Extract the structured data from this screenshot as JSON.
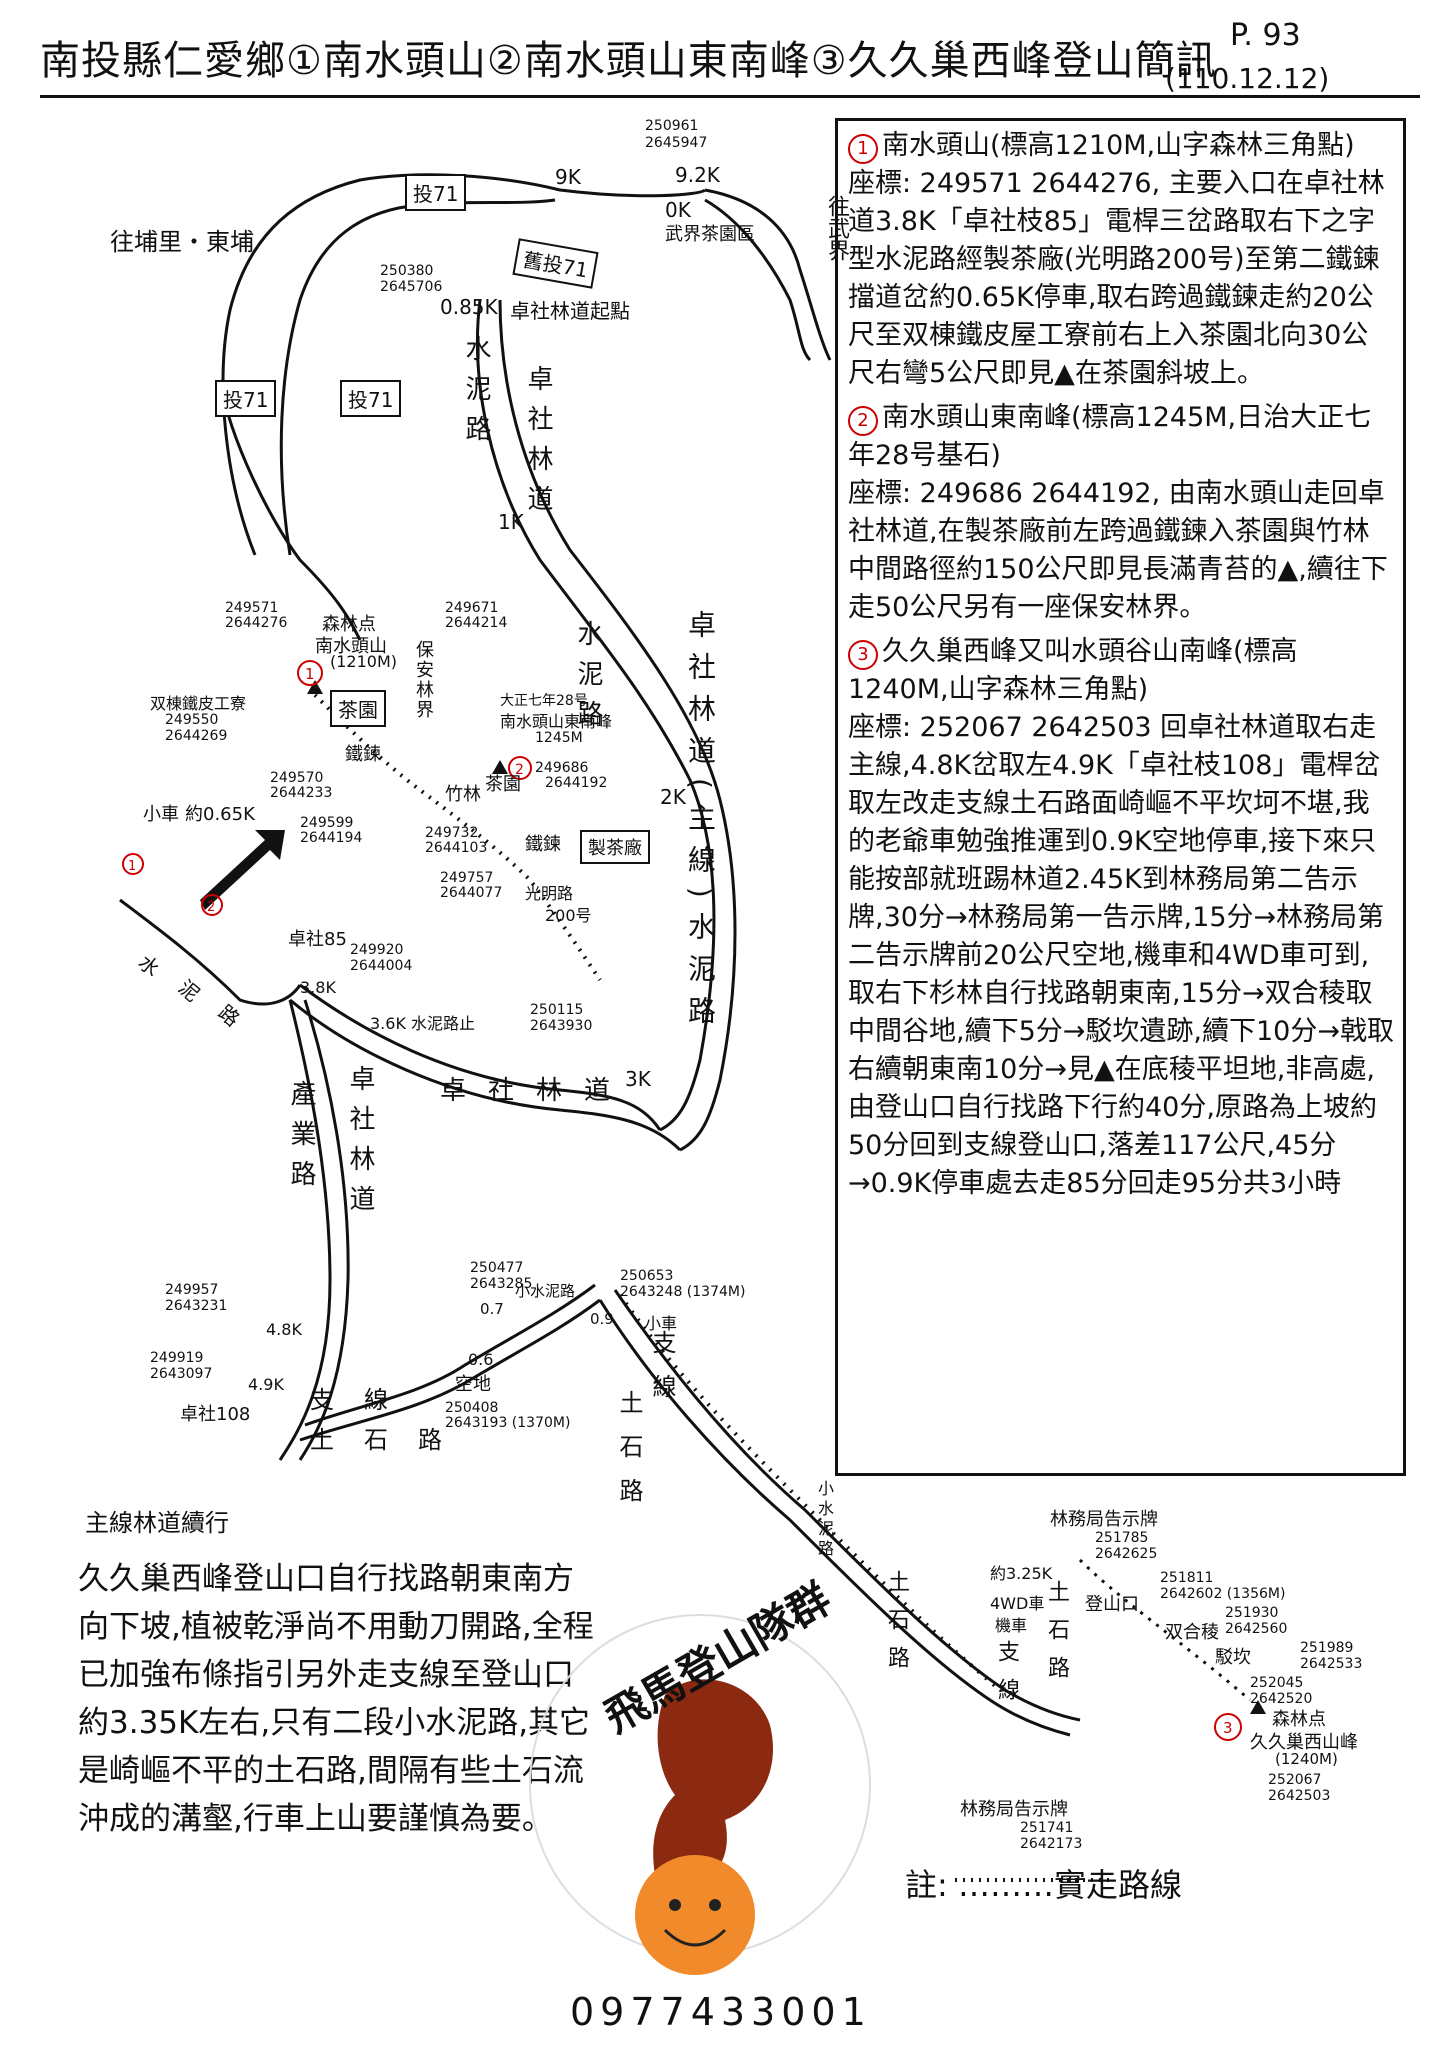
{
  "header": {
    "title": "南投縣仁愛鄉①南水頭山②南水頭山東南峰③久久巢西峰登山簡訊",
    "date": "(110.12.12)",
    "page": "P. 93"
  },
  "info": {
    "s1_head": "南水頭山(標高1210M,山字森林三角點)",
    "s1_body": "座標: 249571 2644276, 主要入口在卓社林道3.8K「卓社枝85」電桿三岔路取右下之字型水泥路經製茶廠(光明路200号)至第二鐵鍊擋道岔約0.65K停車,取右跨過鐵鍊走約20公尺至双棟鐵皮屋工寮前右上入茶園北向30公尺右彎5公尺即見▲在茶園斜坡上。",
    "s2_head": "南水頭山東南峰(標高1245M,日治大正七年28号基石)",
    "s2_body": "座標: 249686 2644192, 由南水頭山走回卓社林道,在製茶廠前左跨過鐵鍊入茶園與竹林中間路徑約150公尺即見長滿青苔的▲,續往下走50公尺另有一座保安林界。",
    "s3_head": "久久巢西峰又叫水頭谷山南峰(標高1240M,山字森林三角點)",
    "s3_body": "座標: 252067 2642503 回卓社林道取右走主線,4.8K岔取左4.9K「卓社枝108」電桿岔取左改走支線土石路面崎嶇不平坎坷不堪,我的老爺車勉強推運到0.9K空地停車,接下來只能按部就班踢林道2.45K到林務局第二告示牌,30分→林務局第一告示牌,15分→林務局第二告示牌前20公尺空地,機車和4WD車可到,取右下杉林自行找路朝東南,15分→双合稜取中間谷地,續下5分→駁坎遺跡,續下10分→戟取右續朝東南10分→見▲在底稜平坦地,非高處,由登山口自行找路下行約40分,原路為上坡約50分回到支線登山口,落差117公尺,45分→0.9K停車處去走85分回走95分共3小時"
  },
  "map": {
    "to_puli": "往埔里・東埔",
    "to_wujie": "往武界",
    "tea_area": "武界茶園區",
    "road_71a": "投71",
    "road_71b": "投71",
    "road_71c": "投71",
    "old_71": "舊投71",
    "km9": "9K",
    "km92": "9.2K",
    "km0": "0K",
    "km085": "0.85K",
    "coord_top1": "250961",
    "coord_top2": "2645947",
    "coord_tr1": "250380",
    "coord_tr2": "2645706",
    "trailhead": "卓社林道起點",
    "road_cement_v": "水泥路",
    "road_zhuoshe_v": "卓社林道",
    "km1": "1K",
    "km2": "2K",
    "km3": "3K",
    "road_main_v": "卓社林道(主線)水泥路",
    "road_cement2": "水泥路",
    "peak1_name": "森林点",
    "peak1_title": "南水頭山",
    "peak1_elev": "(1210M)",
    "peak1_c1": "249571",
    "peak1_c2": "2644276",
    "baoan": "保安林界",
    "peak2_title": "大正七年28号",
    "peak2_name": "南水頭山東南峰",
    "peak2_elev": "1245M",
    "peak2_c1": "249686",
    "peak2_c2": "2644192",
    "peak2_cc1": "249671",
    "peak2_cc2": "2644214",
    "cabin": "双棟鐵皮工寮",
    "cabin_c1": "249550",
    "cabin_c2": "2644269",
    "tea_garden": "茶園",
    "chain1": "鐵鍊",
    "bamboo": "竹林",
    "tea_garden2": "茶園",
    "chain2": "鐵鍊",
    "factory": "製茶廠",
    "guangming": "光明路",
    "no200": "200号",
    "park": "小車",
    "park_dist": "約0.65K",
    "pc1": "249570",
    "pc2": "2644233",
    "pc3": "249599",
    "pc4": "2644194",
    "pc5": "249732",
    "pc6": "2644103",
    "pc7": "249757",
    "pc8": "2644077",
    "pole85": "卓社85",
    "pole85_c1": "249920",
    "pole85_c2": "2644004",
    "km38": "3.8K",
    "km36": "3.6K 水泥路止",
    "km36_c1": "250115",
    "km36_c2": "2643930",
    "road_zhuoshe_h": "卓社林道",
    "road_industry_v": "產業路",
    "road_zhuoshe_v2": "卓社林道",
    "cement_v2": "水泥路",
    "km48": "4.8K",
    "km48_c1": "249957",
    "km48_c2": "2643231",
    "km49": "4.9K",
    "km49_c1": "249919",
    "km49_c2": "2643097",
    "pole108": "卓社108",
    "branch_v": "支線",
    "soil_road": "土石路",
    "km06": "0.6",
    "clearing": "空地",
    "clearing_c1": "250408",
    "clearing_c2": "2643193 (1370M)",
    "km07": "0.7",
    "km07_c1": "250477",
    "km07_c2": "2643285",
    "small_cement": "小水泥路",
    "km09": "0.9",
    "km09_c1": "250653",
    "km09_c2": "2643248 (1374M)",
    "small_car": "小車",
    "branch_v2": "支線",
    "soil_v2": "土石路",
    "small_cement2": "小水泥路",
    "soil_v3": "土石路",
    "branch_v3": "支線",
    "soil_v4": "土石路",
    "sign1": "林務局告示牌",
    "sign1_c1": "251785",
    "sign1_c2": "2642625",
    "sign2": "林務局告示牌",
    "sign2_c1": "251741",
    "sign2_c2": "2642173",
    "km325": "約3.25K",
    "wd4": "4WD車",
    "moto": "機車",
    "trailhead3": "登山口",
    "th_c1": "251811",
    "th_c2": "2642602 (1356M)",
    "ridge": "双合稜",
    "ridge_c1": "251930",
    "ridge_c2": "2642560",
    "wall": "駁坎",
    "wall_c1": "251989",
    "wall_c2": "2642533",
    "w2_c1": "252045",
    "w2_c2": "2642520",
    "peak3_name": "森林点",
    "peak3_title": "久久巢西山峰",
    "peak3_elev": "(1240M)",
    "peak3_c1": "252067",
    "peak3_c2": "2642503",
    "continue": "主線林道續行",
    "mini1": "水",
    "mini2": "泥",
    "mini3": "路"
  },
  "note": "久久巢西峰登山口自行找路朝東南方向下坡,植被乾淨尚不用動刀開路,全程已加強布條指引另外走支線至登山口約3.35K左右,只有二段小水泥路,其它是崎嶇不平的土石路,間隔有些土石流沖成的溝壑,行車上山要謹慎為要。",
  "logo_text": "飛馬登山隊群",
  "phone": "0977433001",
  "legend": "註: ………實走路線",
  "colors": {
    "red": "#c00000",
    "logo_brown": "#8b2a10",
    "logo_orange": "#f08a2a"
  }
}
